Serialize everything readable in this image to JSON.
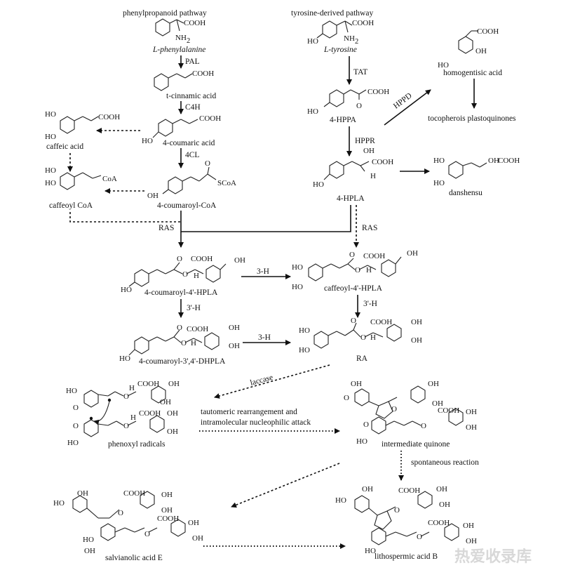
{
  "pathways": {
    "phenylpropanoid": "phenylpropanoid pathway",
    "tyrosine": "tyrosine-derived pathway"
  },
  "compounds": {
    "phenylalanine": "L-phenylalanine",
    "cinnamic": "t-cinnamic acid",
    "coumaric": "4-coumaric acid",
    "coumaroyl_coa": "4-coumaroyl-CoA",
    "caffeic": "caffeic acid",
    "caffeoyl_coa": "caffeoyl CoA",
    "tyrosine": "L-tyrosine",
    "hppa": "4-HPPA",
    "hpla": "4-HPLA",
    "homogentisic": "homogentisic acid",
    "toco": "tocopherois plastoquinones",
    "danshensu": "danshensu",
    "c4hpla": "4-coumaroyl-4'-HPLA",
    "caf4hpla": "caffeoyl-4'-HPLA",
    "dhpla": "4-coumaroyl-3',4'-DHPLA",
    "ra": "RA",
    "phenoxyl": "phenoxyl radicals",
    "quinone": "intermediate quinone",
    "salE": "salvianolic acid E",
    "lithoB": "lithospermic acid B"
  },
  "enzymes": {
    "pal": "PAL",
    "c4h": "C4H",
    "cl4": "4CL",
    "tat": "TAT",
    "hppr": "HPPR",
    "hppd": "HPPD",
    "ras_left": "RAS",
    "ras_right": "RAS",
    "h3_top": "3-H",
    "h3p_left": "3'-H",
    "h3p_right": "3'-H",
    "h3_bottom": "3-H"
  },
  "reactions": {
    "laccase": "laccase",
    "tautomeric_1": "tautomeric rearrangement and",
    "tautomeric_2": "intramolecular nucleophilic attack",
    "spontaneous": "spontaneous reaction"
  },
  "groups": {
    "cooh": "COOH",
    "nh2": "NH",
    "nh2_sub": "2",
    "oh": "OH",
    "ho": "HO",
    "coa": "CoA",
    "scoa": "SCoA",
    "o": "O",
    "h": "H"
  },
  "watermark": "热爱收录库"
}
